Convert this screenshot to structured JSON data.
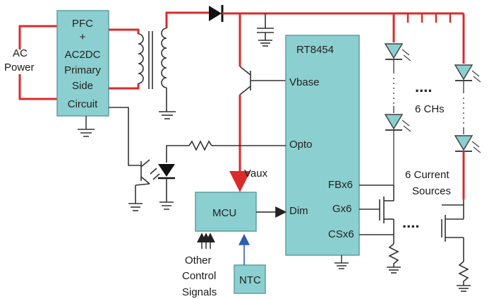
{
  "colors": {
    "block_fill": "#8ccfd0",
    "block_stroke": "#5e9ea0",
    "power_line": "#d92b2b",
    "signal_line": "#3b3b3b",
    "ntc_arrow": "#2e5fb0",
    "led_fill": "#8ccfd0",
    "led_stroke": "#444444"
  },
  "blocks": {
    "pfc": {
      "line1": "PFC",
      "line2": "+",
      "line3": "AC2DC",
      "line4": "Primary",
      "line5": "Side",
      "line6": "Circuit"
    },
    "rt8454": {
      "title": "RT8454"
    },
    "mcu": {
      "label": "MCU"
    },
    "ntc": {
      "label": "NTC"
    }
  },
  "pins": {
    "vbase": "Vbase",
    "opto": "Opto",
    "fbx6": "FBx6",
    "gx6": "Gx6",
    "csx6": "CSx6",
    "dim": "Dim"
  },
  "labels": {
    "ac_power_1": "AC",
    "ac_power_2": "Power",
    "vaux": "Vaux",
    "channels": "6 CHs",
    "current_sources_1": "6 Current",
    "current_sources_2": "Sources",
    "other_1": "Other",
    "other_2": "Control",
    "other_3": "Signals",
    "dots_leds": "....",
    "dots_fets": "...."
  }
}
